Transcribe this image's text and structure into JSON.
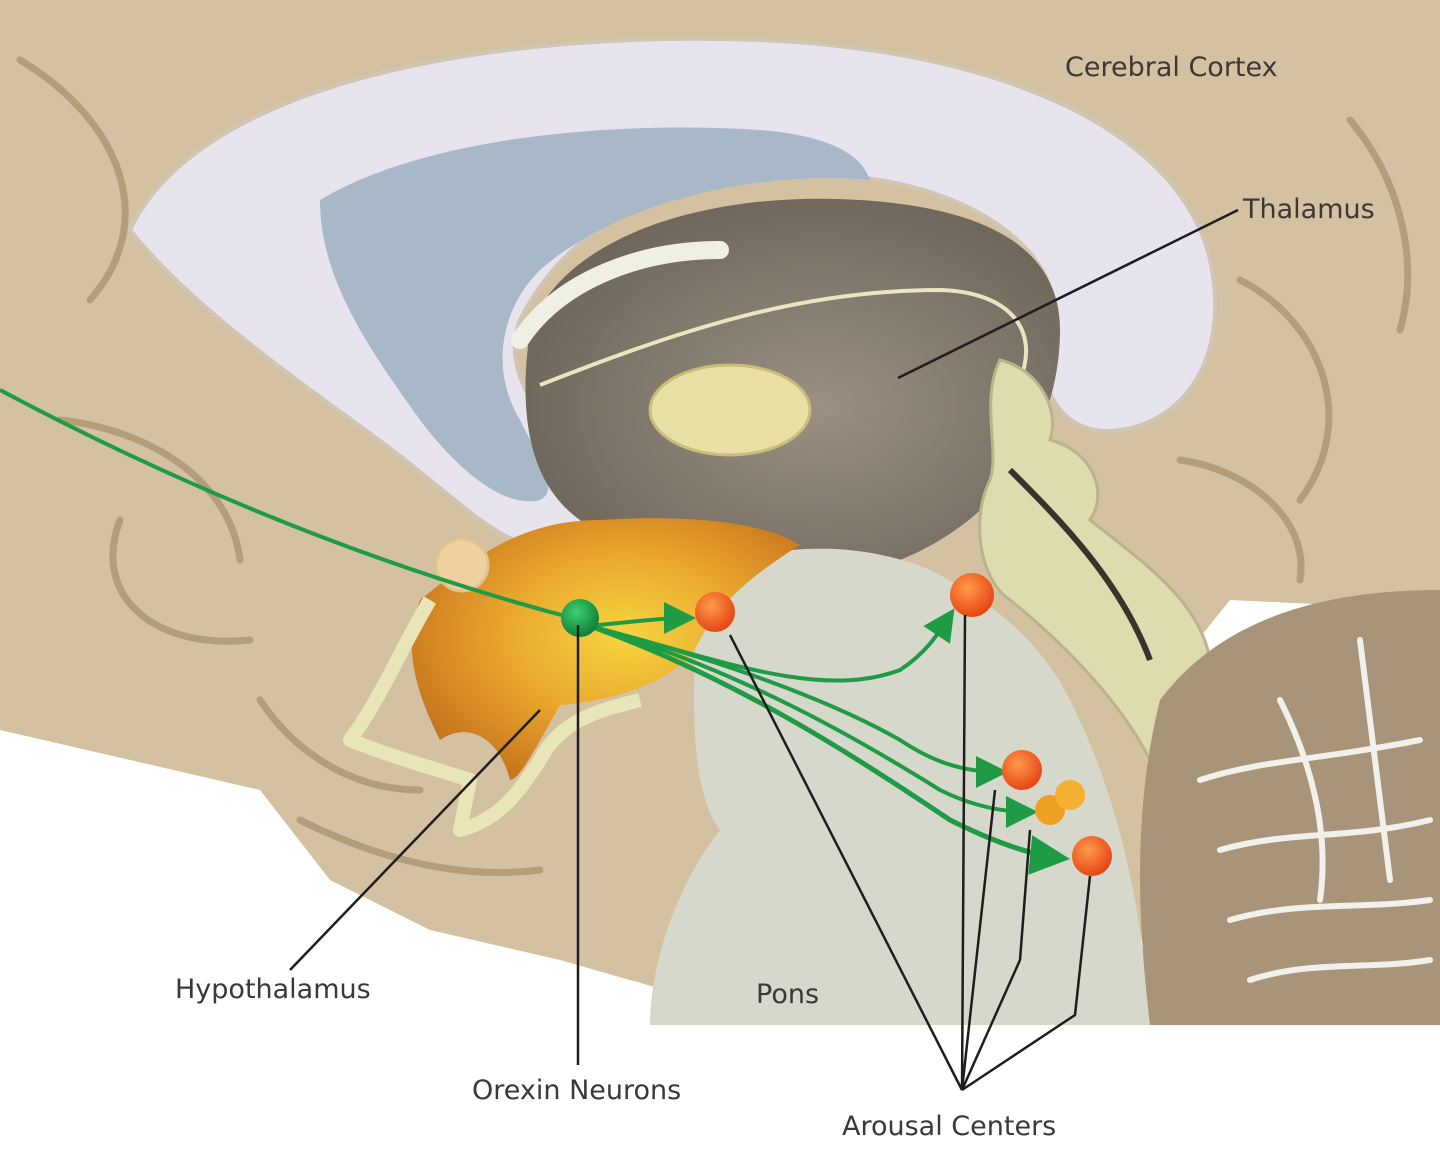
{
  "labels": {
    "cerebral_cortex": "Cerebral Cortex",
    "thalamus": "Thalamus",
    "hypothalamus": "Hypothalamus",
    "orexin_neurons": "Orexin Neurons",
    "pons": "Pons",
    "arousal_centers": "Arousal Centers"
  },
  "colors": {
    "background": "#ffffff",
    "cortex": "#d4c1a1",
    "corpus_callosum": "#e8e4ee",
    "ventricle": "#a8b8c8",
    "thalamus_region": "#7c7266",
    "brainstem": "#d7d8cc",
    "hypothalamus": "#e39a2a",
    "orexin_pathway": "#1f9a45",
    "orexin_neuron": "#14a04a",
    "arousal_center": "#f05a1a",
    "label_text": "#3b3836",
    "leader_line": "#1e1e1e"
  }
}
